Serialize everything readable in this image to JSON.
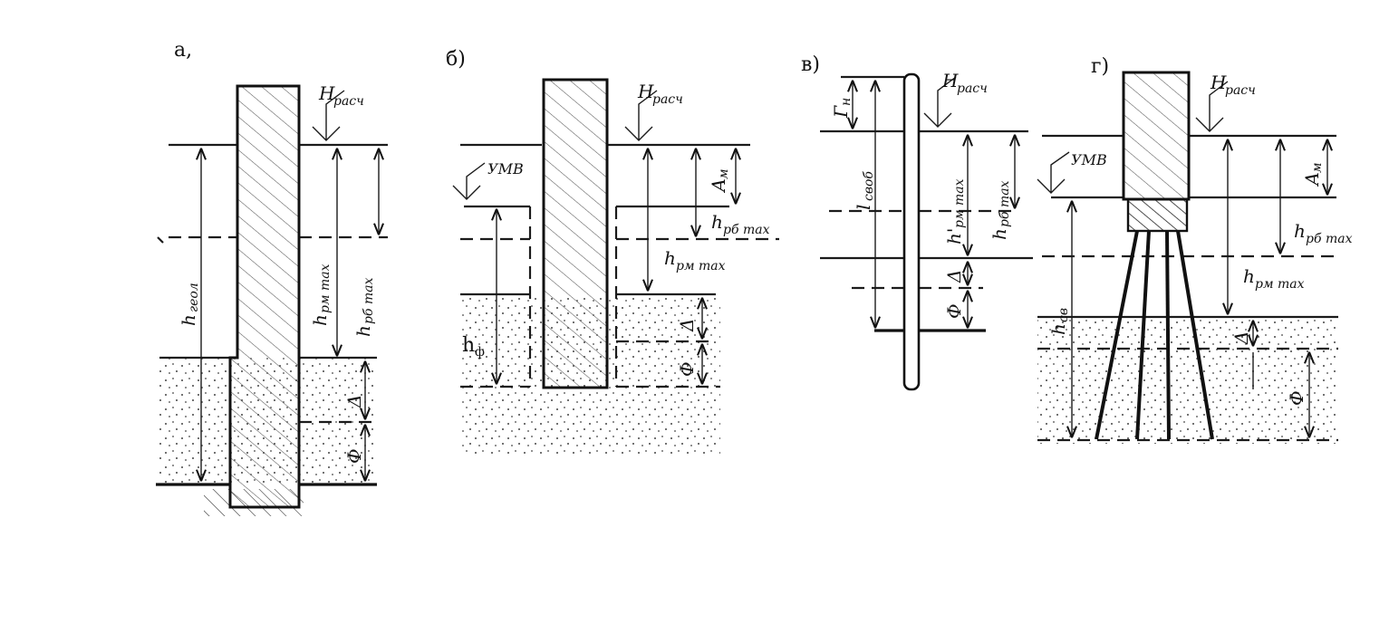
{
  "panels": {
    "a": {
      "title": "а,",
      "h_rasch": "H",
      "h_rasch_sub": "расч",
      "h_geol": "h",
      "h_geol_sub": "геол",
      "h_rm_max": "h",
      "h_rm_max_sub": "рм max",
      "h_rb_max": "h",
      "h_rb_max_sub": "рб max",
      "delta": "Δ",
      "phi": "Ф"
    },
    "b": {
      "title": "б)",
      "h_rasch": "H",
      "h_rasch_sub": "расч",
      "umv": "УМВ",
      "a_m": "А",
      "a_m_sub": "м",
      "h_rb_max": "h",
      "h_rb_max_sub": "рб max",
      "h_rm_max": "h",
      "h_rm_max_sub": "рм max",
      "h_phi": "h",
      "h_phi_sub": "ф",
      "delta": "Δ",
      "phi": "Ф"
    },
    "v": {
      "title": "в)",
      "h_rasch": "H",
      "h_rasch_sub": "расч",
      "g_n": "Г",
      "g_n_sub": "н",
      "l_svob": "l",
      "l_svob_sub": "своб",
      "h_rm_max": "h'",
      "h_rm_max_sub": "рм max",
      "h_rb_max": "h",
      "h_rb_max_sub": "рб max",
      "delta": "Δ",
      "phi": "Ф"
    },
    "g": {
      "title": "г)",
      "h_rasch": "H",
      "h_rasch_sub": "расч",
      "umv": "УМВ",
      "a_m": "А",
      "a_m_sub": "м",
      "h_rb_max": "h",
      "h_rb_max_sub": "рб max",
      "h_sv": "h",
      "h_sv_sub": "св",
      "h_rm_max": "h",
      "h_rm_max_sub": "рм max",
      "delta": "Δ",
      "phi": "Ф"
    }
  }
}
